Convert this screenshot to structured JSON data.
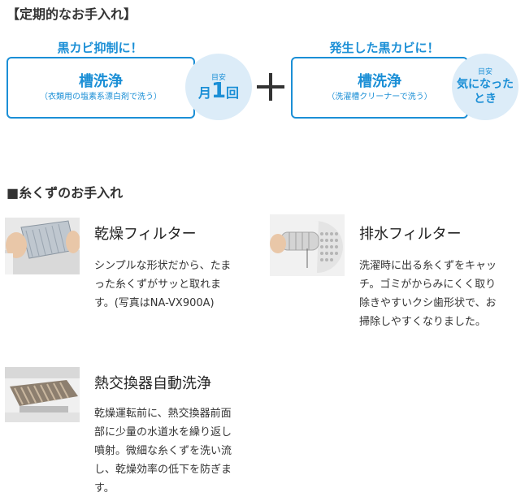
{
  "periodic": {
    "title": "【定期的なお手入れ】",
    "left": {
      "heading": "黒カビ抑制に！",
      "box_title": "槽洗浄",
      "box_sub": "（衣類用の塩素系漂白剤で洗う）",
      "circle_small": "目安",
      "circle_pre": "月",
      "circle_big": "1",
      "circle_post": "回"
    },
    "right": {
      "heading": "発生した黒カビに！",
      "box_title": "槽洗浄",
      "box_sub": "（洗濯槽クリーナーで洗う）",
      "circle_small": "目安",
      "circle_line1": "気になった",
      "circle_line2": "とき"
    }
  },
  "lint": {
    "title": "■糸くずのお手入れ",
    "items": [
      {
        "title": "乾燥フィルター",
        "lines": [
          "シンプルな形状だから、たま",
          "った糸くずがサッと取れま",
          "す。(写真はNA-VX900A)"
        ]
      },
      {
        "title": "排水フィルター",
        "lines": [
          "洗濯時に出る糸くずをキャッ",
          "チ。ゴミがからみにくく取り",
          "除きやすいクシ歯形状で、お",
          "掃除しやすくなりました。"
        ]
      },
      {
        "title": "熱交換器自動洗浄",
        "lines": [
          "乾燥運転前に、熱交換器前面",
          "部に少量の水道水を繰り返し",
          "噴射。微細な糸くずを洗い流",
          "し、乾燥効率の低下を防ぎま",
          "す。"
        ]
      }
    ]
  }
}
